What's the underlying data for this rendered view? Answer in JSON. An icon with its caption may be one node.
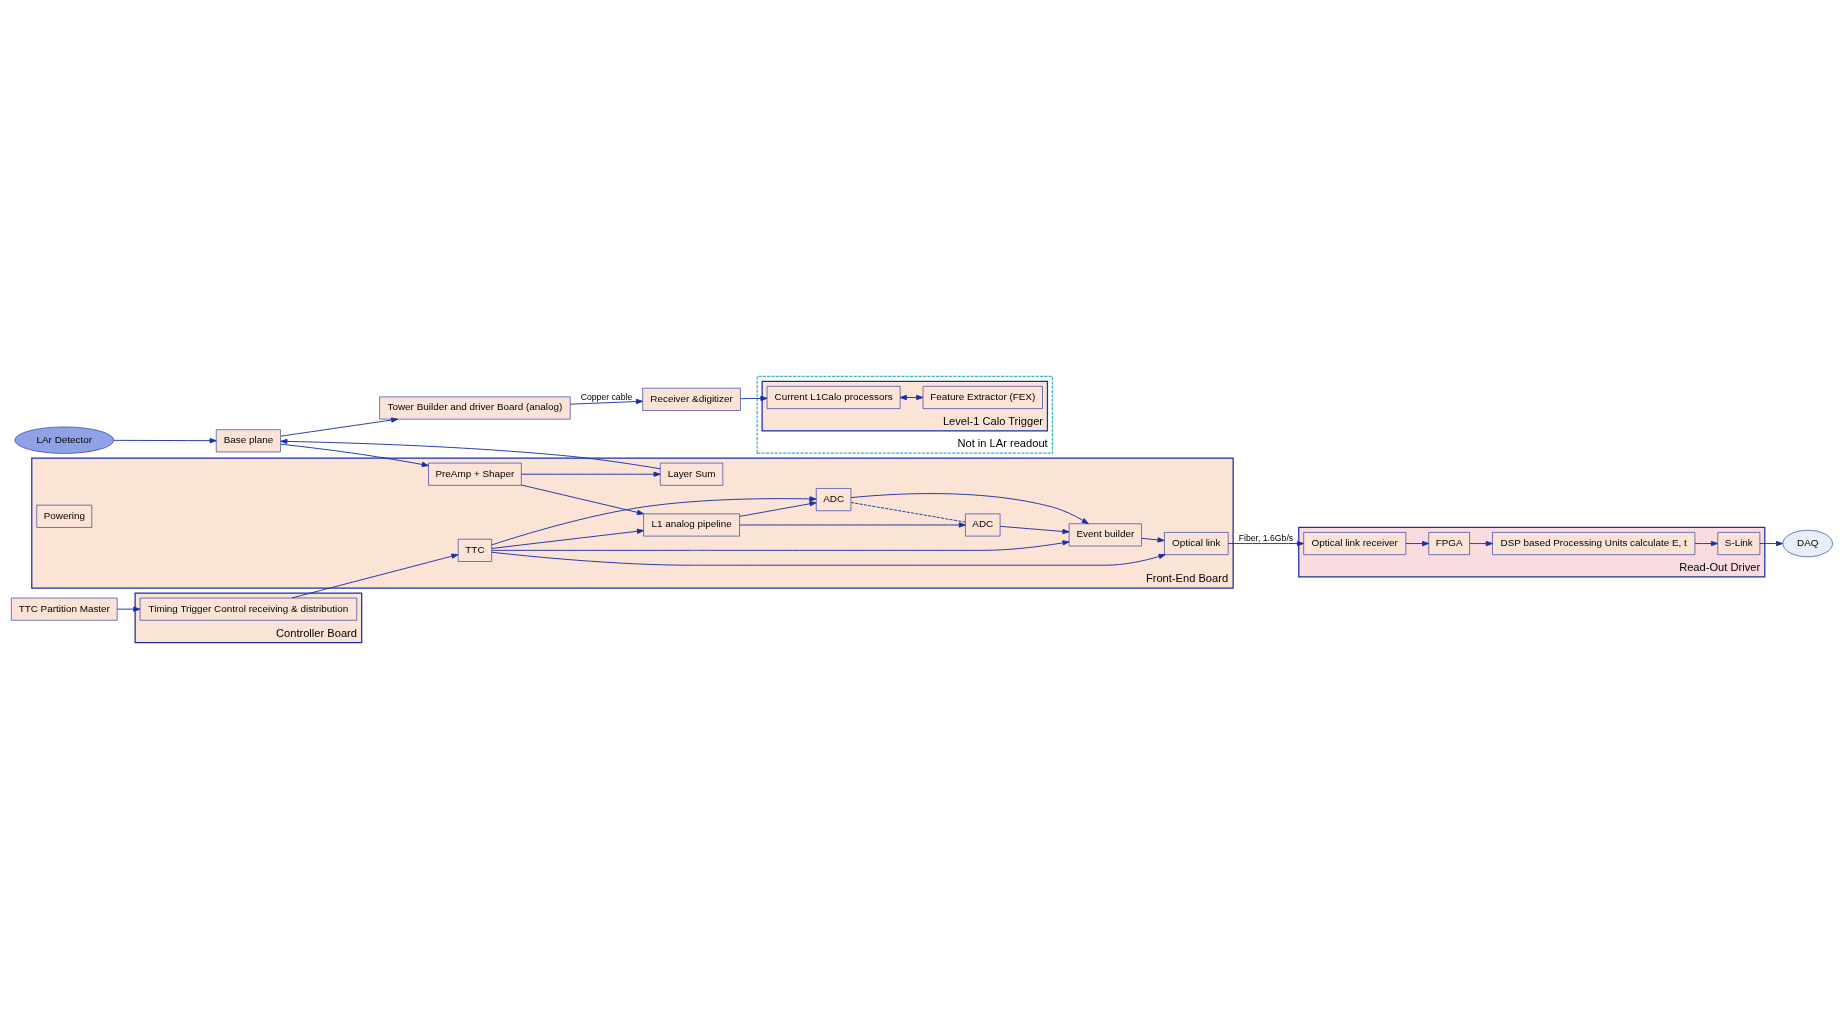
{
  "diagram": {
    "nodes": [
      {
        "text": [
          "LAr Detector"
        ]
      },
      {
        "text": [
          "Base plane"
        ]
      },
      {
        "text": [
          "Controller Board"
        ]
      },
      {
        "text": [
          "Timing Trigger Control receiving & distribution"
        ],
        "in": 2
      },
      {
        "text": [
          "TTC Partition Master"
        ]
      },
      {
        "text": [
          "DAQ"
        ]
      },
      {
        "text": [
          "Front-End Board"
        ]
      },
      {
        "text": [
          "PreAmp + Shaper"
        ],
        "in": 6
      },
      {
        "text": [
          "L1 analog pipeline"
        ],
        "in": 6
      },
      {
        "text": [
          "TTC"
        ],
        "in": 6
      },
      {
        "text": [
          "ADC"
        ],
        "in": 6
      },
      {
        "text": [
          "ADC"
        ],
        "in": 6
      },
      {
        "text": [
          "Event builder"
        ],
        "in": 6
      },
      {
        "text": [
          "Optical link"
        ],
        "in": 6
      },
      {
        "text": [
          "Powering"
        ],
        "in": 6
      },
      {
        "text": [
          "Layer Sum"
        ],
        "in": 6
      },
      {
        "text": [
          "Read-Out Driver"
        ]
      },
      {
        "text": [
          "Optical link receiver"
        ],
        "in": 16
      },
      {
        "text": [
          "FPGA"
        ],
        "in": 16
      },
      {
        "text": [
          "DSP based Processing Units calculate E, t"
        ],
        "in": 16
      },
      {
        "text": [
          "S-Link"
        ],
        "in": 16
      },
      {
        "text": [
          "Tower Builder and driver Board (analog)"
        ]
      },
      {
        "text": [
          "Receiver &digitizer"
        ]
      },
      {
        "text": [
          "Not in LAr readout"
        ]
      },
      {
        "text": [
          "Level-1 Calo Trigger"
        ],
        "in": 23
      },
      {
        "text": [
          "Current L1Calo processors"
        ],
        "in": 24
      },
      {
        "text": [
          "Feature Extractor (FEX)"
        ],
        "in": 24
      }
    ],
    "edges": [
      {
        "from": 0,
        "to": 1,
        "arrow": "to"
      },
      {
        "from": 4,
        "to": 3,
        "arrow": "to"
      },
      {
        "from": 3,
        "to": 9,
        "arrow": "to"
      },
      {
        "from": 9,
        "to": 8,
        "arrow": "to"
      },
      {
        "from": 9,
        "to": 10,
        "arrow": "to"
      },
      {
        "from": 9,
        "to": 12,
        "arrow": "to"
      },
      {
        "from": 9,
        "to": 13,
        "arrow": "to"
      },
      {
        "from": 1,
        "to": 7,
        "arrow": "to"
      },
      {
        "from": 7,
        "to": 8,
        "arrow": "to"
      },
      {
        "from": 8,
        "to": 10,
        "arrow": "to"
      },
      {
        "from": 8,
        "to": 11,
        "arrow": "to"
      },
      {
        "from": 10,
        "to": 11,
        "arrow": "none",
        "style": "dashed"
      },
      {
        "from": 10,
        "to": 12,
        "arrow": "to"
      },
      {
        "from": 11,
        "to": 12,
        "arrow": "to"
      },
      {
        "from": 12,
        "to": 13,
        "arrow": "to"
      },
      {
        "from": 13,
        "to": 17,
        "arrow": "to",
        "label": "Fiber, 1.6Gb/s"
      },
      {
        "from": 17,
        "to": 18,
        "arrow": "to"
      },
      {
        "from": 18,
        "to": 19,
        "arrow": "to"
      },
      {
        "from": 19,
        "to": 20,
        "arrow": "to"
      },
      {
        "from": 20,
        "to": 5,
        "arrow": "to"
      },
      {
        "from": 7,
        "to": 15,
        "arrow": "to"
      },
      {
        "from": 15,
        "to": 1,
        "arrow": "to"
      },
      {
        "from": 1,
        "to": 21,
        "arrow": "to"
      },
      {
        "from": 21,
        "to": 22,
        "arrow": "to",
        "label": "Copper cable"
      },
      {
        "from": 22,
        "to": 25,
        "arrow": "to"
      },
      {
        "from": 25,
        "to": 26,
        "arrow": "both"
      }
    ]
  }
}
